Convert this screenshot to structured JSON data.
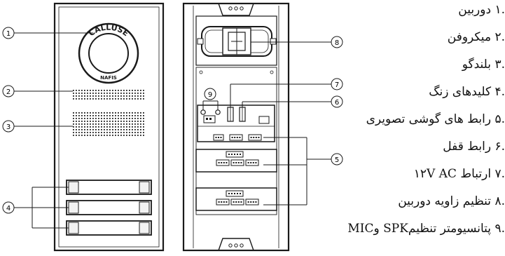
{
  "diagram": {
    "brand_logo": "CALLUSE",
    "brand_subtext": "NAFIS",
    "callouts": [
      "1",
      "2",
      "3",
      "4",
      "5",
      "6",
      "7",
      "8",
      "9"
    ],
    "legend": [
      ".۱ دوربین",
      ".۲ میکروفن",
      ".۳ بلندگو",
      ".۴ کلیدهای زنگ",
      ".۵ رابط های گوشی تصویری",
      ".۶ رابط قفل",
      ".۷ ارتباط ۱۲V AC",
      ".۸ تنظیم زاویه دوربین",
      ".۹ پتانسیومتر تنظیمSPK وMIC"
    ],
    "colors": {
      "line": "#1a1a1a",
      "panel": "#ffffff",
      "button_fill": "#f2f2f2"
    }
  }
}
